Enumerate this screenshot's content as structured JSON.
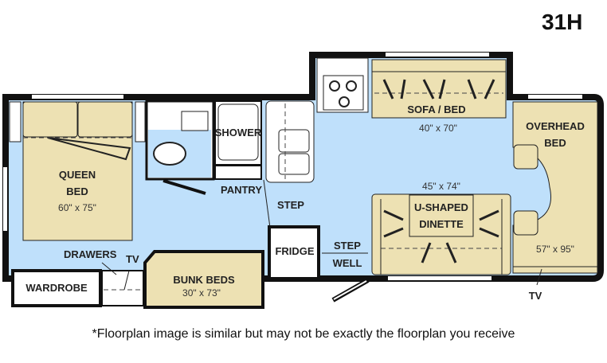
{
  "model": "31H",
  "colors": {
    "floor": "#bfe0fb",
    "furniture": "#ede1b3",
    "wall": "#111111"
  },
  "rooms": {
    "queen_bed": {
      "line1": "QUEEN",
      "line2": "BED",
      "size": "60\" x 75\""
    },
    "shower": "SHOWER",
    "pantry": "PANTRY",
    "step": "STEP",
    "fridge": "FRIDGE",
    "step_well": {
      "line1": "STEP",
      "line2": "WELL"
    },
    "drawers": "DRAWERS",
    "tv_rear": "TV",
    "wardrobe": "WARDROBE",
    "bunk_beds": {
      "label": "BUNK BEDS",
      "size": "30\" x 73\""
    },
    "sofa_bed": {
      "label": "SOFA / BED",
      "size": "40\" x 70\""
    },
    "dinette": {
      "line1": "U-SHAPED",
      "line2": "DINETTE",
      "size": "45\" x 74\""
    },
    "overhead_bed": {
      "line1": "OVERHEAD",
      "line2": "BED",
      "size": "57\" x 95\""
    },
    "tv_front": "TV"
  },
  "disclaimer": "*Floorplan image is similar but may not be exactly the floorplan you receive"
}
